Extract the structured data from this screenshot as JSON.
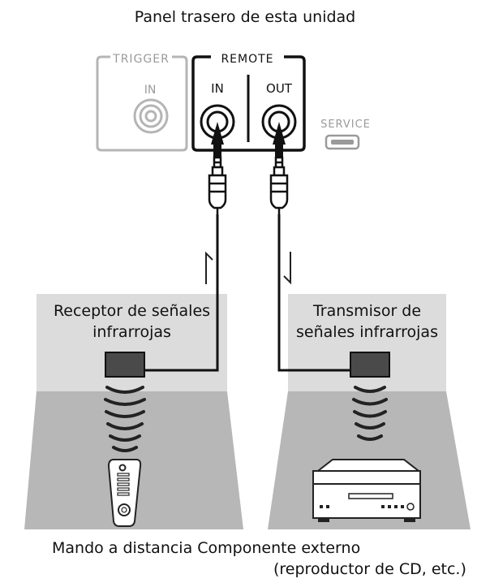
{
  "title": "Panel trasero de esta unidad",
  "panel": {
    "trigger_label": "TRIGGER",
    "trigger_in": "IN",
    "remote_label": "REMOTE",
    "remote_in": "IN",
    "remote_out": "OUT",
    "service_label": "SERVICE"
  },
  "left_box": {
    "label": "Receptor de señales infrarrojas"
  },
  "right_box": {
    "label": "Transmisor de señales infrarrojas"
  },
  "captions": {
    "remote": "Mando a distancia",
    "component": "Componente externo",
    "component_sub": "(reproductor de CD, etc.)"
  },
  "colors": {
    "box_bg": "#dcdcdc",
    "floor": "#b7b7b7",
    "line": "#111111",
    "faded": "#b5b5b5"
  }
}
